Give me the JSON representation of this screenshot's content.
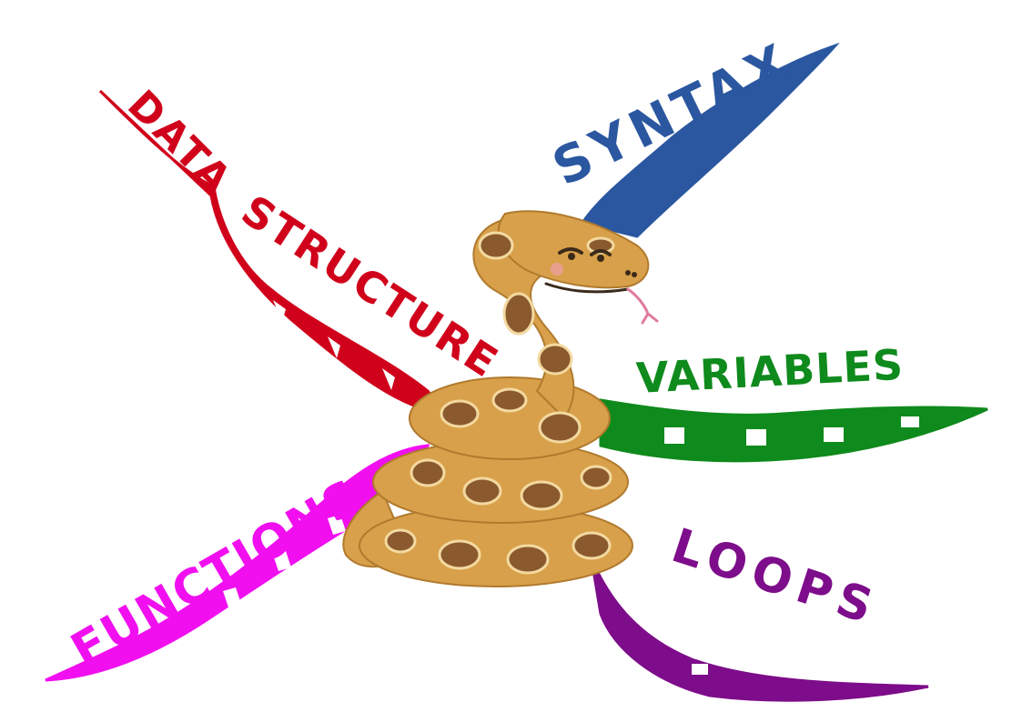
{
  "central": {
    "name": "python-snake"
  },
  "branches": [
    {
      "id": "data",
      "label": "DATA",
      "color": "#d0021b"
    },
    {
      "id": "structure",
      "label": "STRUCTURE",
      "color": "#d0021b"
    },
    {
      "id": "syntax",
      "label": "SYNTAX",
      "color": "#2b57a0"
    },
    {
      "id": "variables",
      "label": "VARIABLES",
      "color": "#0f8a1c"
    },
    {
      "id": "functions",
      "label": "FUNCTIONS",
      "color": "#f10ff0"
    },
    {
      "id": "loops",
      "label": "LOOPS",
      "color": "#7d0d8a"
    }
  ],
  "snake_colors": {
    "body": "#d8a04a",
    "spot": "#8a5a2e",
    "outline": "#f3d9a0",
    "tongue": "#e07aa0"
  }
}
